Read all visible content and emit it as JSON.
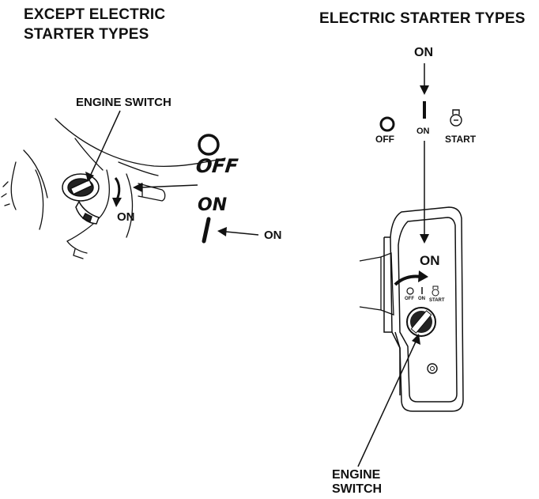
{
  "left_panel": {
    "title_line1": "EXCEPT ELECTRIC",
    "title_line2": "STARTER TYPES",
    "engine_switch_label": "ENGINE SWITCH",
    "on_arrow_label": "ON",
    "off_symbol_text": "OFF",
    "on_symbol_text": "ON",
    "on_pointer_label": "ON"
  },
  "right_panel": {
    "title": "ELECTRIC STARTER TYPES",
    "top_on_label": "ON",
    "legend": {
      "off": "OFF",
      "on": "ON",
      "start": "START"
    },
    "panel_on_label": "ON",
    "panel_small": {
      "off": "OFF",
      "on": "ON",
      "start": "START"
    },
    "engine_switch_line1": "ENGINE",
    "engine_switch_line2": "SWITCH"
  }
}
